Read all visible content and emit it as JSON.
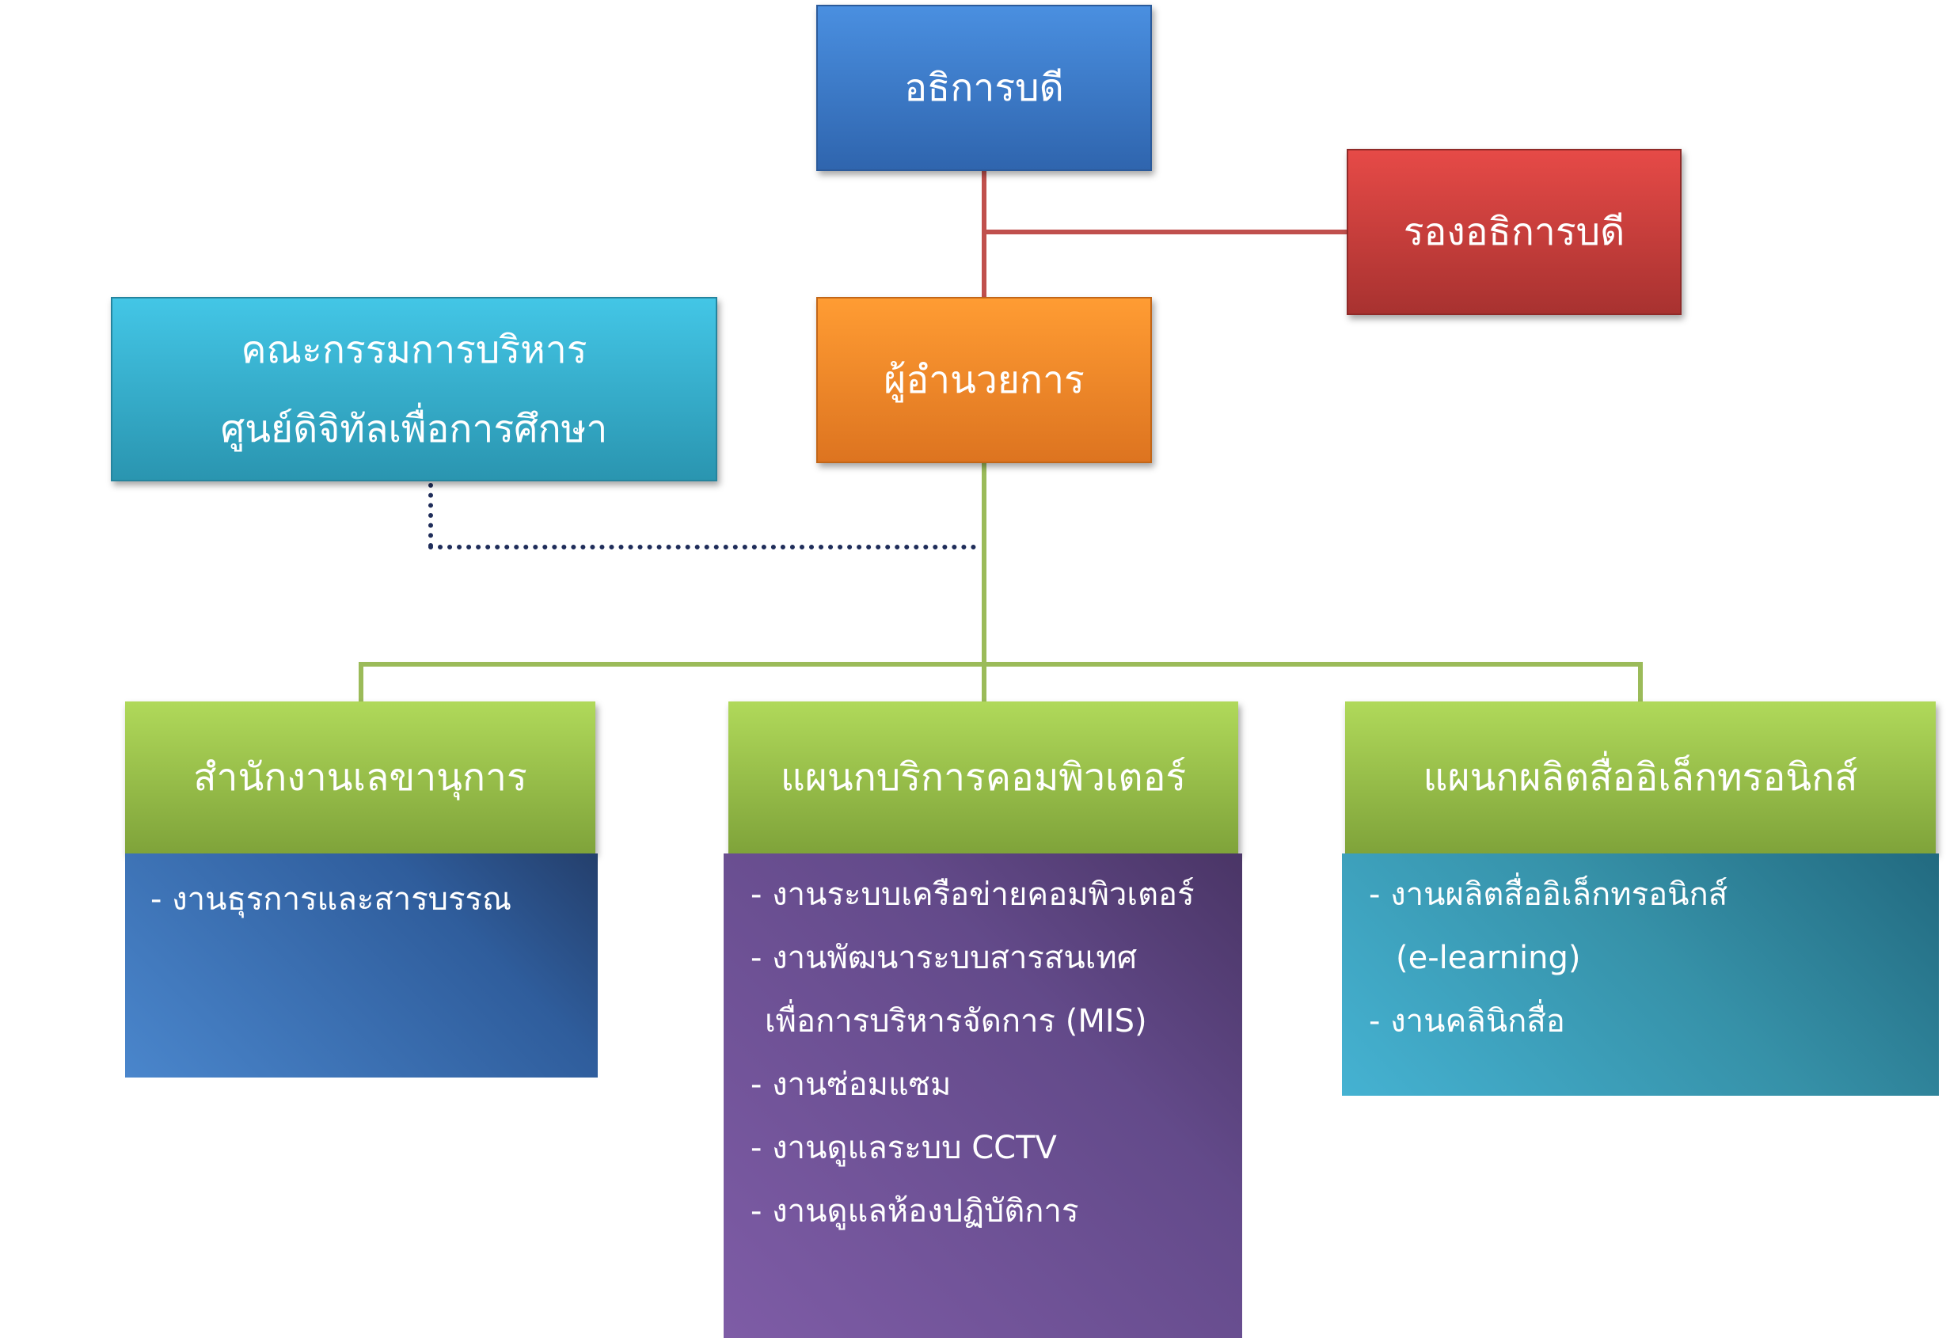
{
  "president": {
    "label": "อธิการบดี"
  },
  "vice_president": {
    "label": "รองอธิการบดี"
  },
  "director": {
    "label": "ผู้อำนวยการ"
  },
  "committee": {
    "line1": "คณะกรรมการบริหาร",
    "line2": "ศูนย์ดิจิทัลเพื่อการศึกษา"
  },
  "departments": [
    {
      "title": "สำนักงานเลขานุการ",
      "items": [
        "- งานธุรการและสารบรรณ"
      ]
    },
    {
      "title": "แผนกบริการคอมพิวเตอร์",
      "items": [
        "- งานระบบเครือข่ายคอมพิวเตอร์",
        "- งานพัฒนาระบบสารสนเทศ",
        "เพื่อการบริหารจัดการ (MIS)",
        "- งานซ่อมแซม",
        "- งานดูแลระบบ CCTV",
        "- งานดูแลห้องปฏิบัติการ"
      ]
    },
    {
      "title": "แผนกผลิตสื่ออิเล็กทรอนิกส์",
      "items": [
        "- งานผลิตสื่ออิเล็กทรอนิกส์",
        "(e-learning)",
        "- งานคลินิกสื่อ"
      ]
    }
  ],
  "colors": {
    "president": "#3e7fd0",
    "vice": "#d84240",
    "director": "#f7902a",
    "committee": "#38b6d6",
    "dept": "#98c44c",
    "red_line": "#c0504d",
    "green_line": "#9bbb59",
    "dotted": "#1f2d5a"
  }
}
